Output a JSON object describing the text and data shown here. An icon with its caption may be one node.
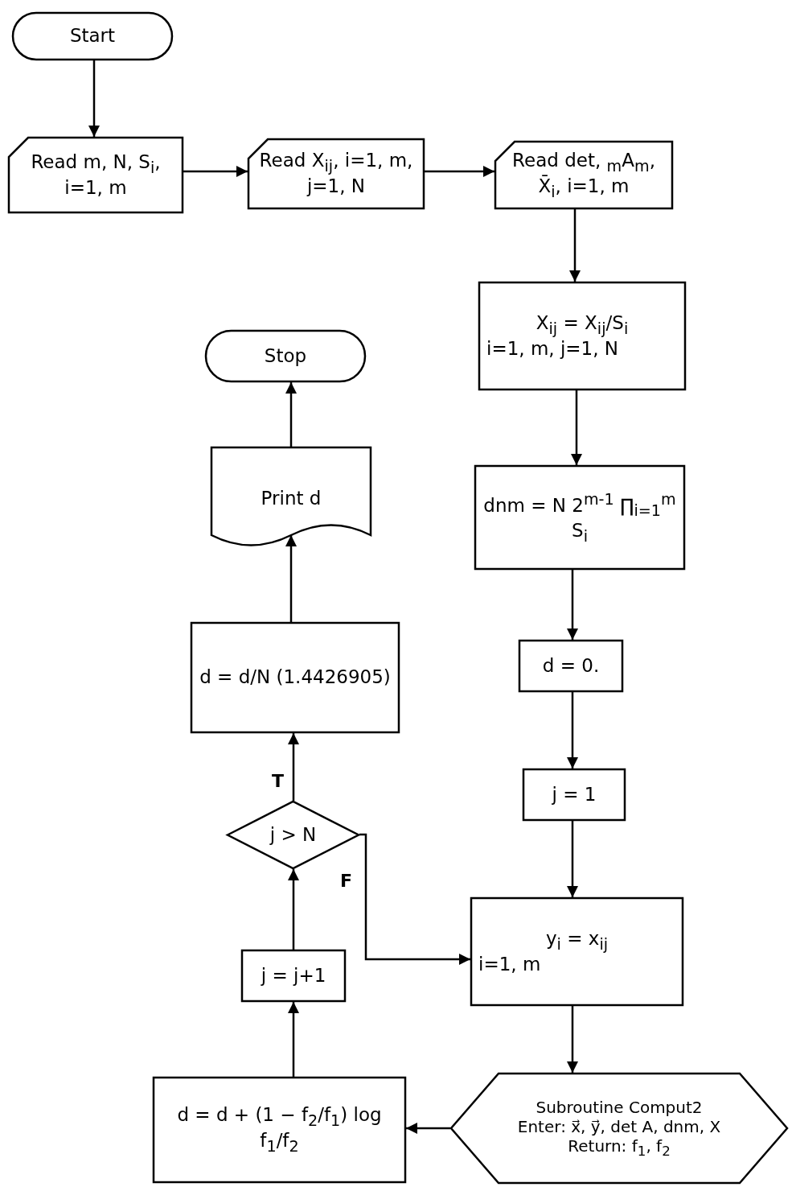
{
  "diagram": {
    "nodes": [
      {
        "text": [
          "Start"
        ]
      },
      {
        "text": [
          "Read m, N, S$_{i}$, i=1, m"
        ]
      },
      {
        "text": [
          "Read X$_{ij}$, i=1, m, j=1, N"
        ]
      },
      {
        "text": [
          "Read det, $_{m}$A$_{m}$, X̄$_{i}$, i=1, m"
        ]
      },
      {
        "text": [
          "X$_{ij}$ = X$_{ij}$/S$_{i}$",
          "i=1, m, j=1, N"
        ]
      },
      {
        "text": [
          "dnm = N 2$^{m-1}$ ∏$_{i=1}$$^{m}$ S$_{i}$"
        ]
      },
      {
        "text": [
          "d = 0."
        ]
      },
      {
        "text": [
          "j = 1"
        ]
      },
      {
        "text": [
          "y$_{i}$ = x$_{ij}$",
          "i=1, m"
        ]
      },
      {
        "text": [
          "Subroutine Comput2",
          "Enter: x⃗, y⃗, det A, dnm, X",
          "Return: f$_{1}$, f$_{2}$"
        ]
      },
      {
        "text": [
          "d = d + (1 − f$_{2}$/f$_{1}$) log f$_{1}$/f$_{2}$"
        ]
      },
      {
        "text": [
          "j = j+1"
        ]
      },
      {
        "text": [
          "j > N"
        ]
      },
      {
        "text": [
          "d = d/N (1.4426905)"
        ]
      },
      {
        "text": [
          "Print d"
        ]
      },
      {
        "text": [
          "Stop"
        ]
      }
    ],
    "edges": [
      {
        "from": 0,
        "to": 1,
        "arrow": "to"
      },
      {
        "from": 1,
        "to": 2,
        "arrow": "to"
      },
      {
        "from": 2,
        "to": 3,
        "arrow": "to"
      },
      {
        "from": 3,
        "to": 4,
        "arrow": "to"
      },
      {
        "from": 4,
        "to": 5,
        "arrow": "to"
      },
      {
        "from": 5,
        "to": 6,
        "arrow": "to"
      },
      {
        "from": 6,
        "to": 7,
        "arrow": "to"
      },
      {
        "from": 7,
        "to": 8,
        "arrow": "to"
      },
      {
        "from": 8,
        "to": 9,
        "arrow": "to"
      },
      {
        "from": 9,
        "to": 10,
        "arrow": "to"
      },
      {
        "from": 10,
        "to": 11,
        "arrow": "to"
      },
      {
        "from": 11,
        "to": 12,
        "arrow": "to"
      },
      {
        "from": 12,
        "to": 13,
        "label": "T",
        "arrow": "to"
      },
      {
        "from": 12,
        "to": 8,
        "label": "F",
        "arrow": "to"
      },
      {
        "from": 13,
        "to": 14,
        "arrow": "to"
      },
      {
        "from": 14,
        "to": 15,
        "arrow": "to"
      }
    ]
  }
}
